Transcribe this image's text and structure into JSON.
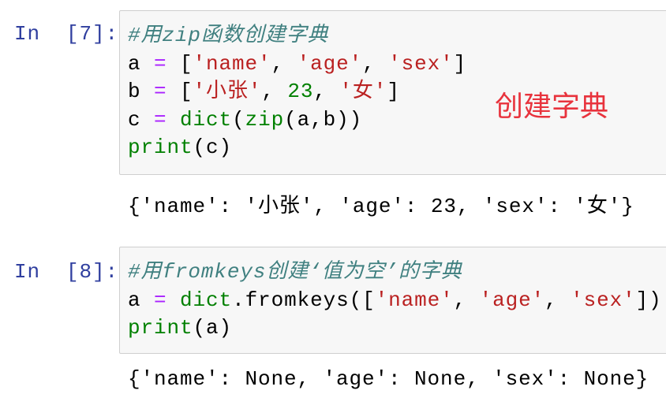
{
  "cells": [
    {
      "prompt": "In  [7]:",
      "code_lines": [
        [
          {
            "t": "#用zip函数创建字典",
            "c": "comment"
          }
        ],
        [
          {
            "t": "a ",
            "c": "plain"
          },
          {
            "t": "=",
            "c": "op"
          },
          {
            "t": " [",
            "c": "plain"
          },
          {
            "t": "'name'",
            "c": "str"
          },
          {
            "t": ", ",
            "c": "plain"
          },
          {
            "t": "'age'",
            "c": "str"
          },
          {
            "t": ", ",
            "c": "plain"
          },
          {
            "t": "'sex'",
            "c": "str"
          },
          {
            "t": "]",
            "c": "plain"
          }
        ],
        [
          {
            "t": "b ",
            "c": "plain"
          },
          {
            "t": "=",
            "c": "op"
          },
          {
            "t": " [",
            "c": "plain"
          },
          {
            "t": "'小张'",
            "c": "str"
          },
          {
            "t": ", ",
            "c": "plain"
          },
          {
            "t": "23",
            "c": "num"
          },
          {
            "t": ", ",
            "c": "plain"
          },
          {
            "t": "'女'",
            "c": "str"
          },
          {
            "t": "]",
            "c": "plain"
          }
        ],
        [
          {
            "t": "c ",
            "c": "plain"
          },
          {
            "t": "=",
            "c": "op"
          },
          {
            "t": " ",
            "c": "plain"
          },
          {
            "t": "dict",
            "c": "builtin"
          },
          {
            "t": "(",
            "c": "plain"
          },
          {
            "t": "zip",
            "c": "builtin"
          },
          {
            "t": "(a,b))",
            "c": "plain"
          }
        ],
        [
          {
            "t": "print",
            "c": "builtin"
          },
          {
            "t": "(c)",
            "c": "plain"
          }
        ]
      ],
      "output": "{'name': '小张', 'age': 23, 'sex': '女'}"
    },
    {
      "prompt": "In  [8]:",
      "code_lines": [
        [
          {
            "t": "#用fromkeys创建‘值为空’的字典",
            "c": "comment"
          }
        ],
        [
          {
            "t": "a ",
            "c": "plain"
          },
          {
            "t": "=",
            "c": "op"
          },
          {
            "t": " ",
            "c": "plain"
          },
          {
            "t": "dict",
            "c": "builtin"
          },
          {
            "t": ".fromkeys([",
            "c": "plain"
          },
          {
            "t": "'name'",
            "c": "str"
          },
          {
            "t": ", ",
            "c": "plain"
          },
          {
            "t": "'age'",
            "c": "str"
          },
          {
            "t": ", ",
            "c": "plain"
          },
          {
            "t": "'sex'",
            "c": "str"
          },
          {
            "t": "])",
            "c": "plain"
          }
        ],
        [
          {
            "t": "print",
            "c": "builtin"
          },
          {
            "t": "(a)",
            "c": "plain"
          }
        ]
      ],
      "output": "{'name': None, 'age': None, 'sex': None}"
    }
  ],
  "annotation": "创建字典",
  "colors": {
    "prompt": "#303f9f",
    "comment": "#408080",
    "operator": "#aa22ff",
    "string": "#ba2121",
    "builtin": "#008000",
    "annotation": "#e8333d"
  }
}
